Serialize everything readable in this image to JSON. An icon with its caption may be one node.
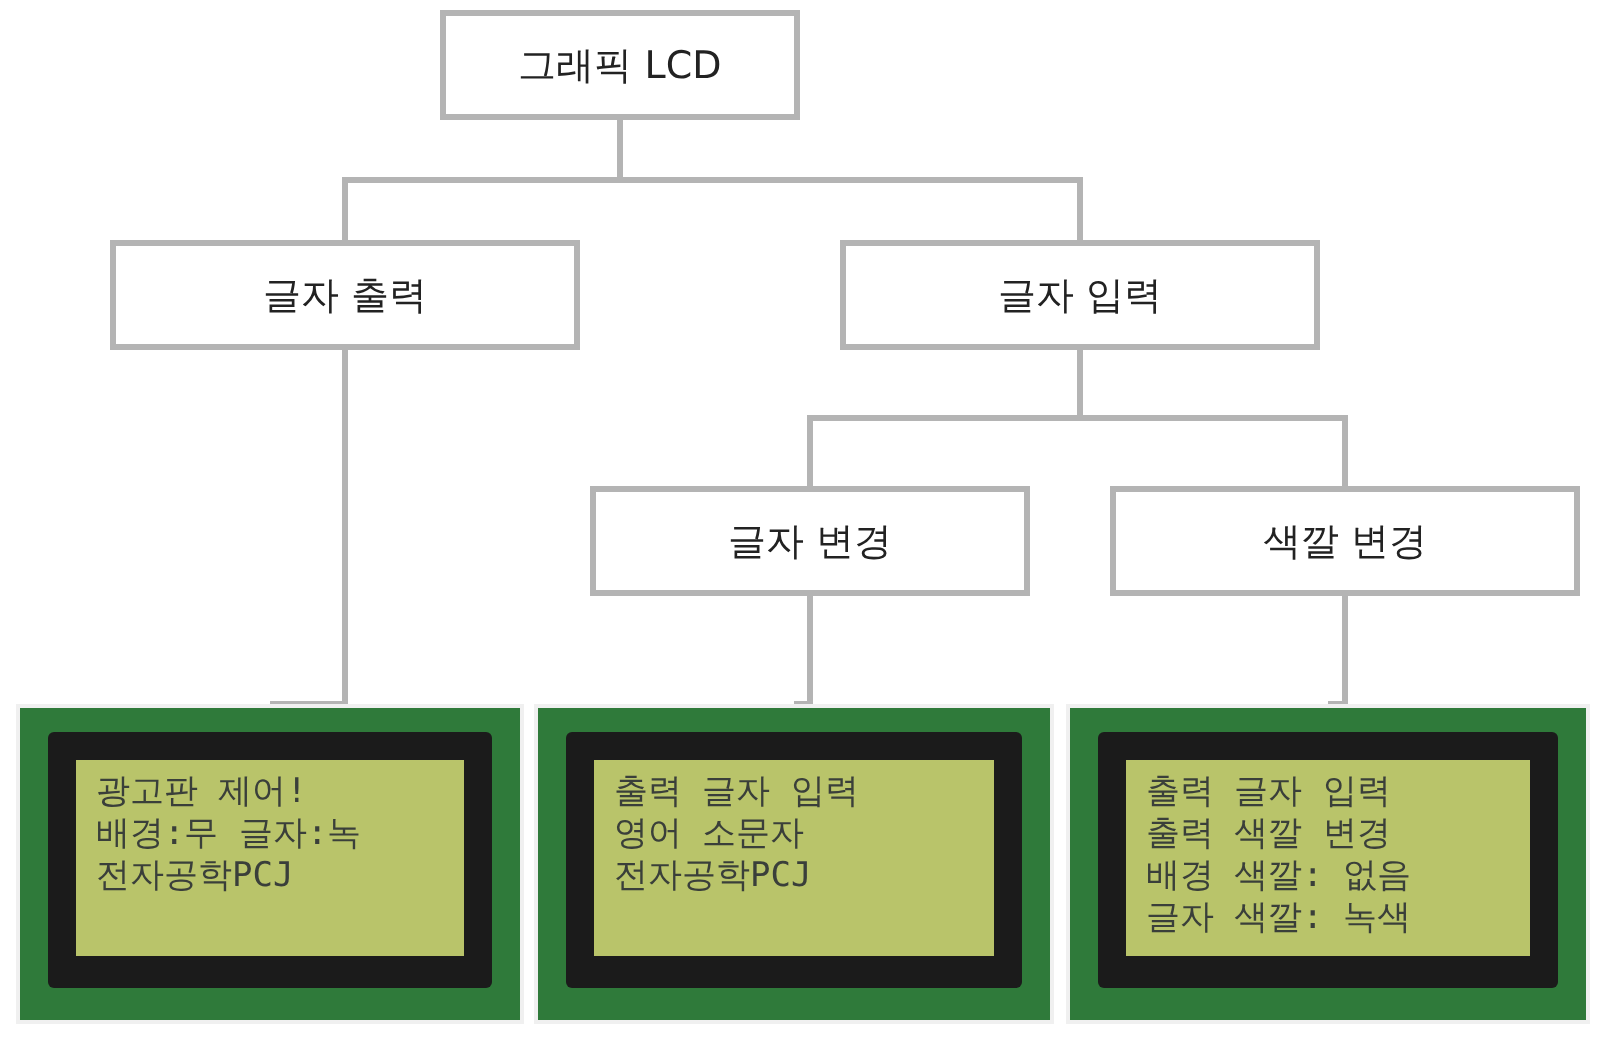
{
  "diagram": {
    "nodes": [
      {
        "text": [
          "그래픽 LCD"
        ]
      },
      {
        "text": [
          "글자 출력"
        ]
      },
      {
        "text": [
          "글자 입력"
        ]
      },
      {
        "text": [
          "글자 변경"
        ]
      },
      {
        "text": [
          "색깔 변경"
        ]
      },
      {
        "text": [
          "광고판 제어!",
          "배경:무 글자:녹",
          "전자공학PCJ"
        ]
      },
      {
        "text": [
          "출력 글자 입력",
          "영어 소문자",
          "전자공학PCJ"
        ]
      },
      {
        "text": [
          "출력 글자 입력",
          "출력 색깔 변경",
          "배경 색깔: 없음",
          "글자 색깔: 녹색"
        ]
      }
    ],
    "edges": [
      {
        "from": 0,
        "to": 1,
        "arrow": "none"
      },
      {
        "from": 0,
        "to": 2,
        "arrow": "none"
      },
      {
        "from": 2,
        "to": 3,
        "arrow": "none"
      },
      {
        "from": 2,
        "to": 4,
        "arrow": "none"
      },
      {
        "from": 1,
        "to": 5,
        "arrow": "none"
      },
      {
        "from": 3,
        "to": 6,
        "arrow": "none"
      },
      {
        "from": 4,
        "to": 7,
        "arrow": "none"
      }
    ]
  }
}
